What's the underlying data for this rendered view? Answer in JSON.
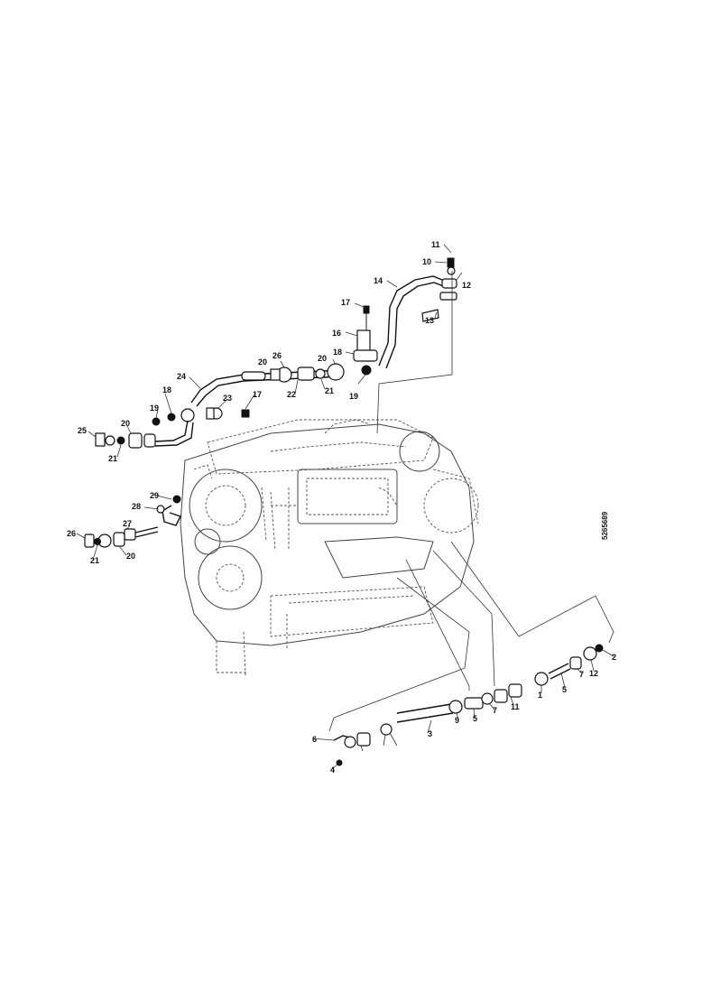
{
  "diagram": {
    "callouts": {
      "c11": "11",
      "c10": "10",
      "c12a": "12",
      "c14": "14",
      "c13": "13",
      "c17a": "17",
      "c16": "16",
      "c18a": "18",
      "c19a": "19",
      "c20a": "20",
      "c26a": "26",
      "c20b": "20",
      "c22a": "22",
      "c21a": "21",
      "c24": "24",
      "c18b": "18",
      "c19b": "19",
      "c23": "23",
      "c17b": "17",
      "c25": "25",
      "c20c": "20",
      "c21b": "21",
      "c29": "29",
      "c28": "28",
      "c27": "27",
      "c26b": "26",
      "c21c": "21",
      "c20d": "20",
      "c2": "2",
      "c12b": "12",
      "c5a": "5",
      "c1": "1",
      "c7a": "7",
      "c11b": "11",
      "c3": "3",
      "c9a": "9",
      "c5b": "5",
      "c7b": "7",
      "c6": "6",
      "c4": "4"
    },
    "side_code": "5265689"
  }
}
